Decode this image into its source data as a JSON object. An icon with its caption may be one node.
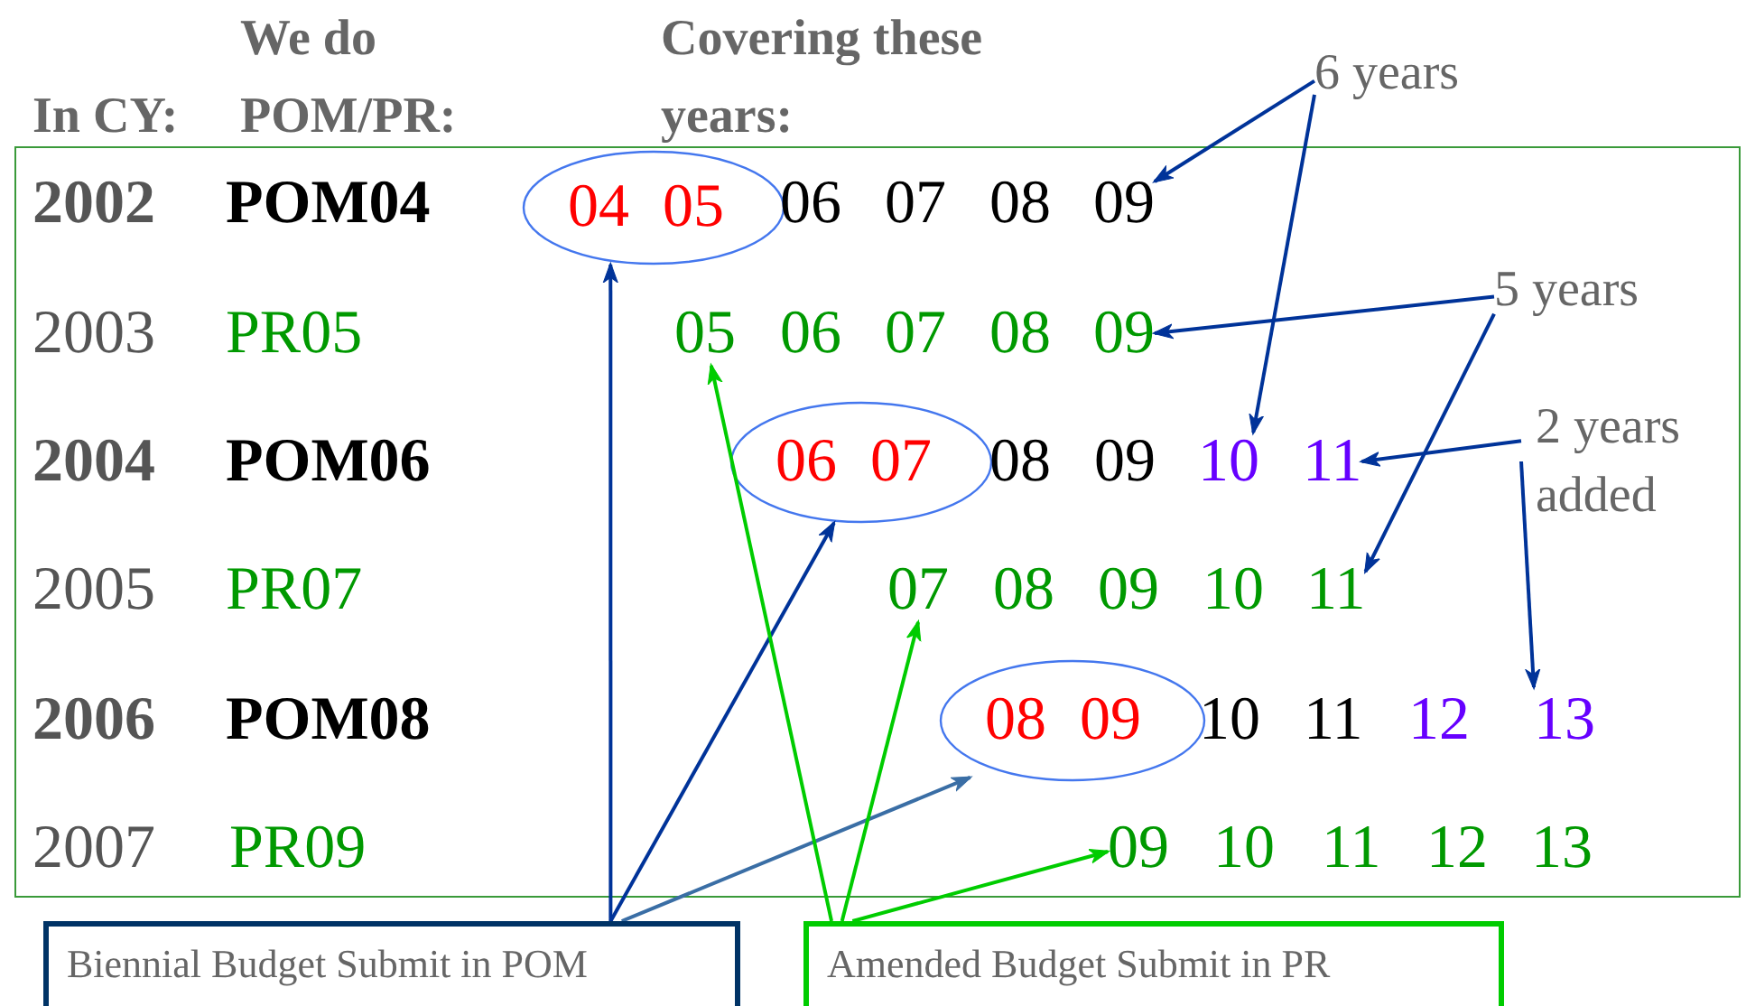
{
  "diagram": {
    "nodes": [
      {
        "text": [],
        "shape": "box"
      },
      {
        "text": [
          "04 05"
        ],
        "in": 0
      },
      {
        "text": [
          "09"
        ],
        "in": 0
      },
      {
        "text": [
          "05"
        ],
        "in": 0
      },
      {
        "text": [
          "09"
        ],
        "in": 0
      },
      {
        "text": [
          "06 07"
        ],
        "in": 0
      },
      {
        "text": [
          "10"
        ],
        "in": 0
      },
      {
        "text": [
          "11"
        ],
        "in": 0
      },
      {
        "text": [
          "07"
        ],
        "in": 0
      },
      {
        "text": [
          "11"
        ],
        "in": 0
      },
      {
        "text": [
          "08 09"
        ],
        "in": 0
      },
      {
        "text": [
          "13"
        ],
        "in": 0
      },
      {
        "text": [
          "09"
        ],
        "in": 0
      },
      {
        "text": [
          "6 years"
        ]
      },
      {
        "text": [
          "5 years"
        ],
        "in": 0
      },
      {
        "text": [
          "2 years added"
        ],
        "in": 0
      },
      {
        "text": [
          "Biennial Budget Submit in POM"
        ]
      },
      {
        "text": [
          "Amended Budget Submit in PR"
        ]
      }
    ],
    "edges": [
      {
        "from": 13,
        "to": 2,
        "arrow": "to"
      },
      {
        "from": 13,
        "to": 6,
        "arrow": "to"
      },
      {
        "from": 14,
        "to": 4,
        "arrow": "to"
      },
      {
        "from": 14,
        "to": 9,
        "arrow": "to"
      },
      {
        "from": 15,
        "to": 7,
        "arrow": "to"
      },
      {
        "from": 15,
        "to": 11,
        "arrow": "to"
      },
      {
        "from": 16,
        "to": 1,
        "arrow": "to"
      },
      {
        "from": 16,
        "to": 5,
        "arrow": "to"
      },
      {
        "from": 16,
        "to": 10,
        "arrow": "to",
        "color": "#3a6ea5"
      },
      {
        "from": 17,
        "to": 3,
        "arrow": "to",
        "color": "#00cc00"
      },
      {
        "from": 17,
        "to": 8,
        "arrow": "to",
        "color": "#00cc00"
      },
      {
        "from": 17,
        "to": 12,
        "arrow": "to",
        "color": "#00cc00"
      }
    ],
    "labels": [
      "In CY:",
      "We do POM/PR:",
      "Covering these years:",
      "2002",
      "POM04",
      "06",
      "07",
      "08",
      "2003",
      "PR05",
      "06",
      "07",
      "08",
      "2004",
      "POM06",
      "08",
      "09",
      "2005",
      "PR07",
      "08",
      "09",
      "10",
      "2006",
      "POM08",
      "10",
      "11",
      "12",
      "2007",
      "PR09",
      "10",
      "11",
      "12",
      "13"
    ]
  }
}
